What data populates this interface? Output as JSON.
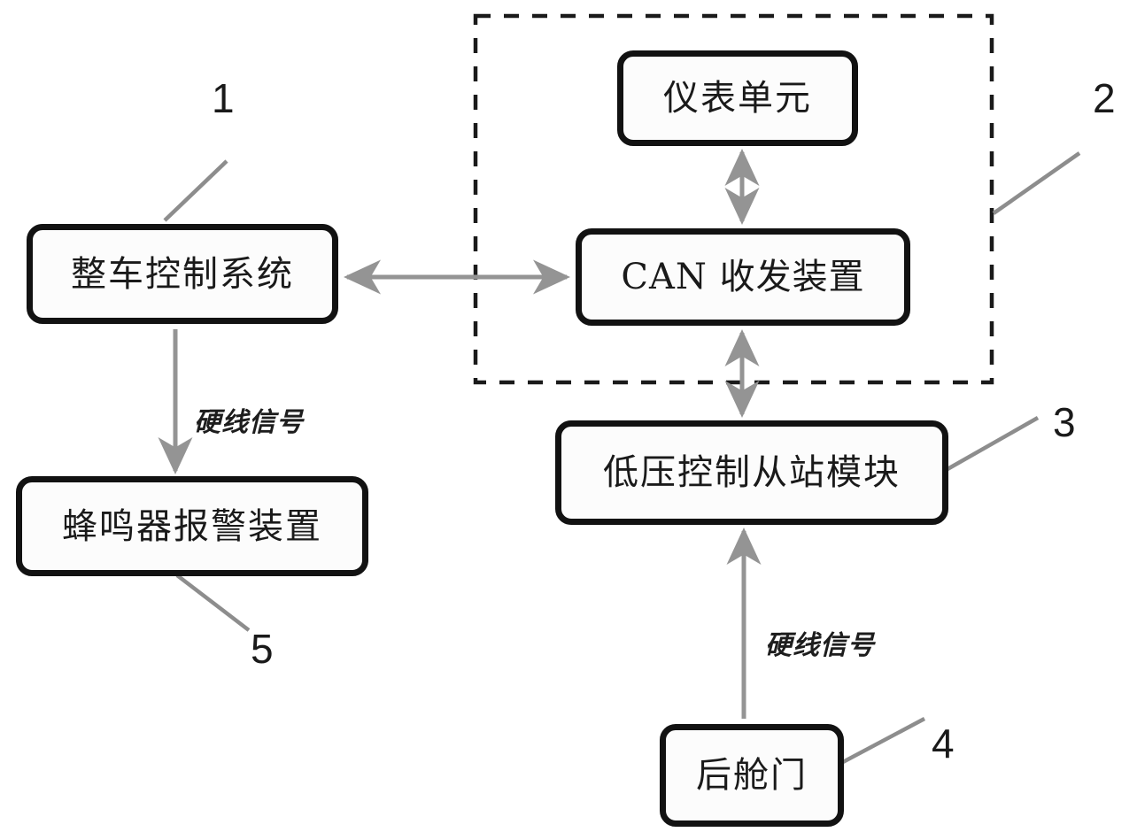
{
  "diagram": {
    "type": "block-diagram",
    "title": "",
    "background_color": "#ffffff",
    "box_border_color": "#121212",
    "box_fill_color": "#fcfcfc",
    "connector_color": "#949494",
    "dashed_boundary_color": "#1a1a1a",
    "nodes": [
      {
        "id": "vcu",
        "label": "整车控制系统",
        "ref": "1"
      },
      {
        "id": "cluster",
        "label": "仪表单元",
        "ref": ""
      },
      {
        "id": "can",
        "label": "CAN 收发装置",
        "ref": ""
      },
      {
        "id": "slave",
        "label": "低压控制从站模块",
        "ref": "3"
      },
      {
        "id": "buzzer",
        "label": "蜂鸣器报警装置",
        "ref": "5"
      },
      {
        "id": "door",
        "label": "后舱门",
        "ref": "4"
      }
    ],
    "group": {
      "id": "can-network-group",
      "ref": "2",
      "style": "dashed"
    },
    "reference_numbers": {
      "one": "1",
      "two": "2",
      "three": "3",
      "four": "4",
      "five": "5"
    },
    "edge_labels": {
      "hardwire_left": "硬线信号",
      "hardwire_right": "硬线信号"
    },
    "connectors": [
      {
        "from": "vcu",
        "to": "can",
        "arrow": "double",
        "orientation": "horizontal",
        "label": ""
      },
      {
        "from": "cluster",
        "to": "can",
        "arrow": "double",
        "orientation": "vertical",
        "label": ""
      },
      {
        "from": "can",
        "to": "slave",
        "arrow": "double",
        "orientation": "vertical",
        "label": ""
      },
      {
        "from": "vcu",
        "to": "buzzer",
        "arrow": "single-down",
        "orientation": "vertical",
        "label": "硬线信号"
      },
      {
        "from": "door",
        "to": "slave",
        "arrow": "single-up",
        "orientation": "vertical",
        "label": "硬线信号"
      }
    ]
  }
}
